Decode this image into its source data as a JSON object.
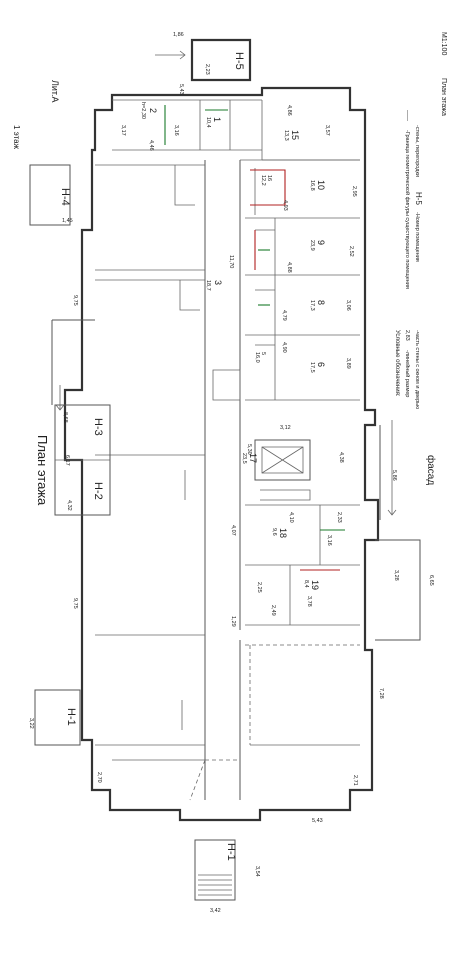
{
  "header": {
    "title_right": "План этажа",
    "scale": "М1:100",
    "lit": "Лит.А",
    "floor": "1 этаж"
  },
  "side_labels": {
    "plan_title": "План этажа",
    "facade": "фасад"
  },
  "legend": {
    "title": "Условные обозначения:",
    "items": [
      {
        "sample": "2,83",
        "text": "-линейный размер"
      },
      {
        "sample": "——",
        "text": "-Граница геометрической фигуры существующего помещения"
      },
      {
        "sample": "Н-5",
        "text": "-Номер помещения"
      },
      {
        "sample": "",
        "text": "-часть стены с окном и дверью"
      },
      {
        "sample": "",
        "text": "-стены, перегородки"
      }
    ]
  },
  "entrances": [
    "Н-5",
    "Н-4",
    "Н-3",
    "Н-2",
    "Н-1",
    "Н-1"
  ],
  "rooms": [
    {
      "num": "2",
      "area": "h=2,30"
    },
    {
      "num": "3",
      "area": "18,7"
    },
    {
      "num": "1",
      "area": "10,4"
    },
    {
      "num": "15",
      "area": "13,3"
    },
    {
      "num": "16",
      "area": "12,2"
    },
    {
      "num": "10",
      "area": "16,8"
    },
    {
      "num": "9",
      "area": "23,9"
    },
    {
      "num": "8",
      "area": "17,3"
    },
    {
      "num": "6",
      "area": "17,5"
    },
    {
      "num": "5",
      "area": "16,0"
    },
    {
      "num": "17",
      "area": "23,5"
    },
    {
      "num": "18",
      "area": "9,6"
    },
    {
      "num": "19",
      "area": "8,4"
    }
  ],
  "dimensions": [
    "1,86",
    "2,23",
    "5,43",
    "4,86",
    "3,57",
    "3,17",
    "3,16",
    "4,46",
    "2,95",
    "2,52",
    "3,06",
    "3,89",
    "4,90",
    "4,88",
    "4,79",
    "4,93",
    "11,70",
    "9,75",
    "9,75",
    "3,12",
    "5,30",
    "4,38",
    "5,86",
    "6,65",
    "3,28",
    "4,07",
    "4,10",
    "2,33",
    "3,16",
    "2,25",
    "2,49",
    "3,78",
    "7,28",
    "2,70",
    "2,71",
    "5,43",
    "3,54",
    "3,42",
    "6,17",
    "8,68",
    "3,22",
    "1,45",
    "1,29",
    "4,32"
  ]
}
